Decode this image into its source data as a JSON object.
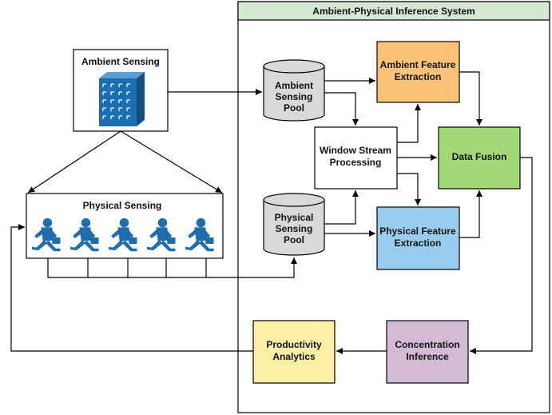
{
  "system": {
    "title": "Ambient-Physical Inference System",
    "header_color": "#d5e8d4"
  },
  "ambient_sensing": {
    "label": "Ambient Sensing",
    "icon": "building-icon",
    "icon_color": "#1b6fae"
  },
  "physical_sensing": {
    "label": "Physical Sensing",
    "icon": "running-businessman-icon",
    "icon_color": "#1b6fae",
    "figure_count": 5
  },
  "ambient_pool": {
    "lines": [
      "Ambient",
      "Sensing",
      "Pool"
    ],
    "color": "#d9d9d9"
  },
  "physical_pool": {
    "lines": [
      "Physical",
      "Sensing",
      "Pool"
    ],
    "color": "#d9d9d9"
  },
  "window_stream": {
    "lines": [
      "Window Stream",
      "Processing"
    ]
  },
  "ambient_feature": {
    "lines": [
      "Ambient Feature",
      "Extraction"
    ],
    "color": "#fcc378"
  },
  "physical_feature": {
    "lines": [
      "Physical Feature",
      "Extraction"
    ],
    "color": "#99cdf0"
  },
  "data_fusion": {
    "lines": [
      "Data Fusion"
    ],
    "color": "#a3d877"
  },
  "concentration": {
    "lines": [
      "Concentration",
      "Inference"
    ],
    "color": "#d4bbd5"
  },
  "productivity": {
    "lines": [
      "Productivity",
      "Analytics"
    ],
    "color": "#fff0a8"
  }
}
